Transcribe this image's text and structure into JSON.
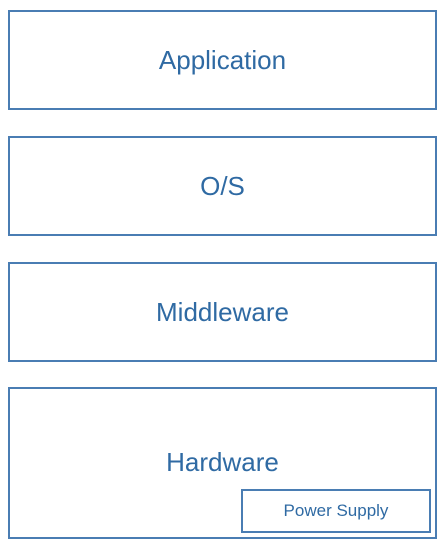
{
  "layers": [
    {
      "label": "Application"
    },
    {
      "label": "O/S"
    },
    {
      "label": "Middleware"
    },
    {
      "label": "Hardware",
      "sub_component": {
        "label": "Power Supply"
      }
    }
  ],
  "colors": {
    "border": "#4a7db3",
    "text": "#2f6aa3",
    "background": "#ffffff"
  }
}
